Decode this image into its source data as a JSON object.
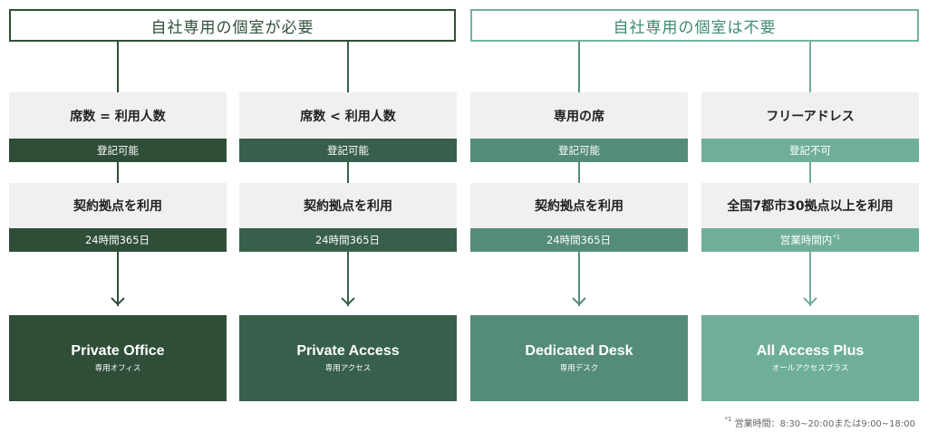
{
  "headers": [
    {
      "label": "自社専用の個室が必要"
    },
    {
      "label": "自社専用の個室は不要"
    }
  ],
  "columns": [
    {
      "color": "#2e4e38",
      "condition": "席数 = 利用人数",
      "registration": "登記可能",
      "usage": "契約拠点を利用",
      "hours": "24時間365日",
      "hours_note": "",
      "plan_name": "Private Office",
      "plan_name_ja": "専用オフィス"
    },
    {
      "color": "#375f4c",
      "condition": "席数 < 利用人数",
      "registration": "登記可能",
      "usage": "契約拠点を利用",
      "hours": "24時間365日",
      "hours_note": "",
      "plan_name": "Private Access",
      "plan_name_ja": "専用アクセス"
    },
    {
      "color": "#548c77",
      "condition": "専用の席",
      "registration": "登記可能",
      "usage": "契約拠点を利用",
      "hours": "24時間365日",
      "hours_note": "",
      "plan_name": "Dedicated Desk",
      "plan_name_ja": "専用デスク"
    },
    {
      "color": "#6faf99",
      "condition": "フリーアドレス",
      "registration": "登記不可",
      "usage": "全国7都市30拠点以上を利用",
      "hours": "営業時間内",
      "hours_note": "*1",
      "plan_name": "All Access Plus",
      "plan_name_ja": "オールアクセスプラス"
    }
  ],
  "footnote": {
    "mark": "*1",
    "text": " 営業時間：8:30~20:00または9:00~18:00"
  }
}
